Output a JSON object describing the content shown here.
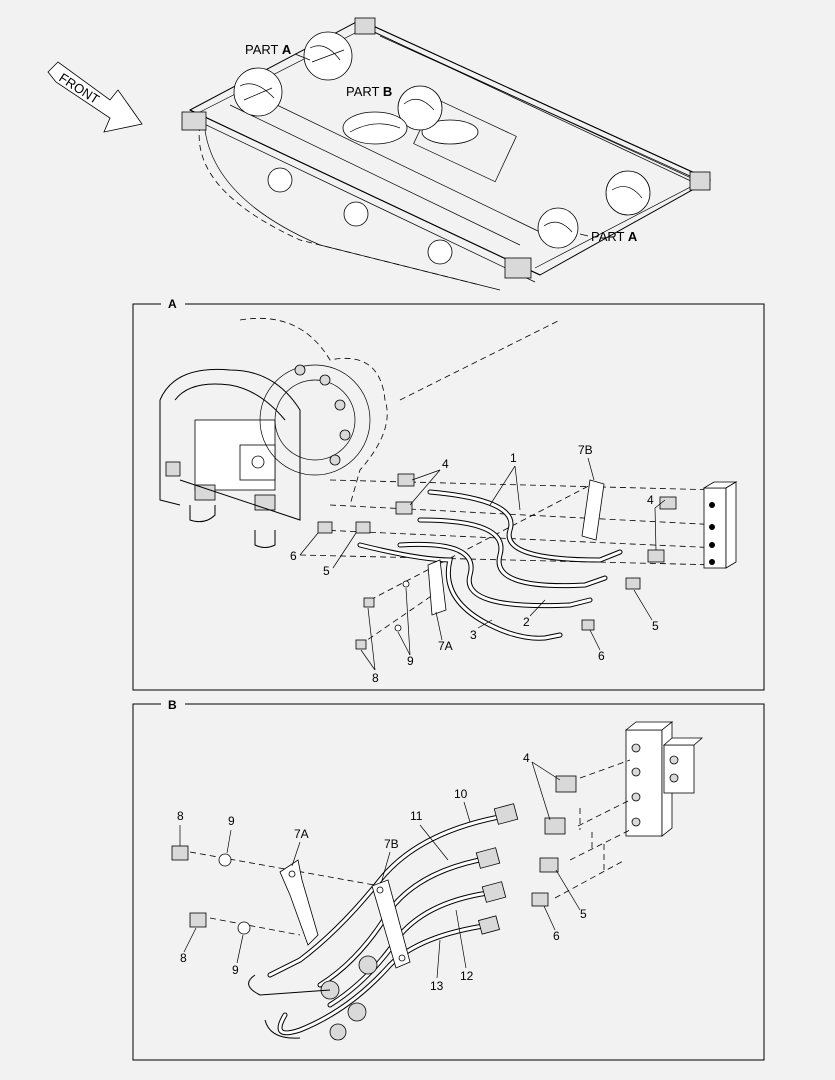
{
  "overview": {
    "front_label": "FRONT",
    "part_a_top": {
      "prefix": "PART",
      "letter": "A"
    },
    "part_b": {
      "prefix": "PART",
      "letter": "B"
    },
    "part_a_right": {
      "prefix": "PART",
      "letter": "A"
    }
  },
  "section_a": {
    "title": "A",
    "callouts": [
      "4",
      "1",
      "7B",
      "4",
      "6",
      "5",
      "5",
      "2",
      "3",
      "7A",
      "6",
      "9",
      "8"
    ]
  },
  "section_b": {
    "title": "B",
    "callouts": [
      "4",
      "10",
      "11",
      "8",
      "9",
      "7A",
      "7B",
      "5",
      "6",
      "8",
      "9",
      "12",
      "13"
    ]
  }
}
